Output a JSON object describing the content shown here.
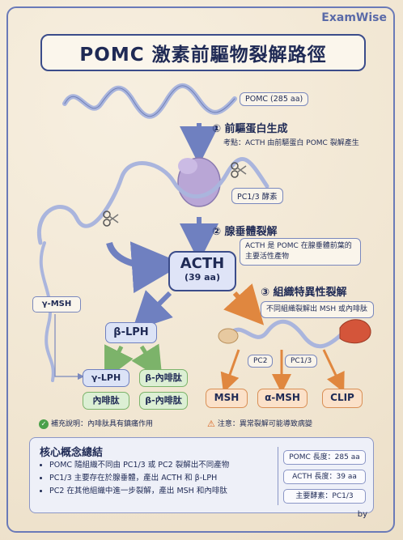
{
  "brand": "ExamWise",
  "title": "POMC 激素前驅物裂解路徑",
  "labels": {
    "pomc": "POMC (285 aa)",
    "step1": "① 前驅蛋白生成",
    "step1_note": "考點：ACTH 由前驅蛋白 POMC 裂解產生",
    "enzyme_pc13": "PC1/3 酵素",
    "step2": "② 腺垂體裂解",
    "step2_note": "ACTH 是 POMC 在腺垂體前葉的主要活性產物",
    "acth_name": "ACTH",
    "acth_len": "(39 aa)",
    "step3": "③ 組織特異性裂解",
    "step3_note": "不同組織裂解出 MSH 或內啡肽",
    "gamma_msh": "γ-MSH",
    "beta_lph": "β-LPH",
    "gamma_lph": "γ-LPH",
    "beta_endorphin1": "β-內啡肽",
    "endorphin": "內啡肽",
    "beta_endorphin2": "β-內啡肽",
    "pc2": "PC2",
    "pc13": "PC1/3",
    "msh": "MSH",
    "alpha_msh": "α-MSH",
    "clip": "CLIP",
    "supplement": "補充說明：內啡肽具有鎮痛作用",
    "caution": "注意：異常裂解可能導致病變"
  },
  "summary": {
    "heading": "核心概念總結",
    "points": [
      "POMC 隨組織不同由 PC1/3 或 PC2 裂解出不同產物",
      "PC1/3 主要存在於腺垂體，產出 ACTH 和 β-LPH",
      "PC2 在其他組織中進一步裂解，產出 MSH 和內啡肽"
    ],
    "stats": [
      "POMC 長度：285 aa",
      "ACTH 長度：39 aa",
      "主要酵素：PC1/3"
    ]
  },
  "footer": "by",
  "colors": {
    "navy": "#1f2a55",
    "blue_arrow": "#6f80c0",
    "green_arrow": "#7cb36a",
    "orange_arrow": "#e0873f"
  }
}
